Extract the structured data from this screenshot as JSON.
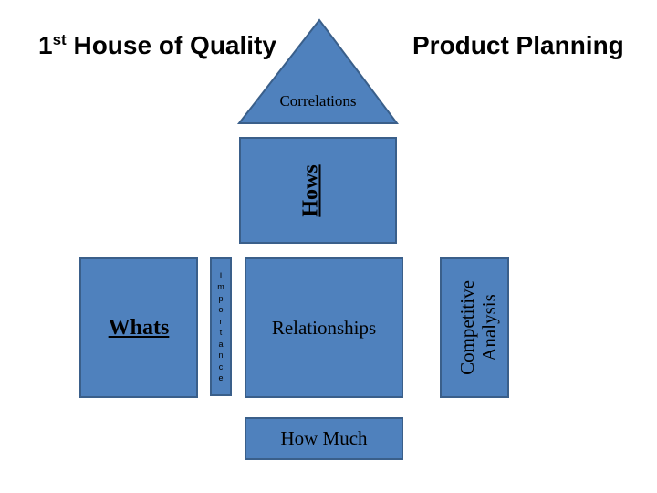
{
  "title_left": {
    "main": "House of Quality",
    "prefix": "1",
    "suffix": "st"
  },
  "title_right": "Product Planning",
  "roof": {
    "label": "Correlations"
  },
  "hows": {
    "label": "Hows"
  },
  "whats": {
    "label": "Whats"
  },
  "importance": {
    "letters": [
      "I",
      "m",
      "p",
      "o",
      "r",
      "t",
      "a",
      "n",
      "c",
      "e"
    ]
  },
  "relationships": {
    "label": "Relationships"
  },
  "competitive": {
    "line1": "Competitive",
    "line2": "Analysis"
  },
  "how_much": {
    "label": "How Much"
  },
  "colors": {
    "fill": "#4f81bd",
    "stroke": "#3a5f8a"
  }
}
